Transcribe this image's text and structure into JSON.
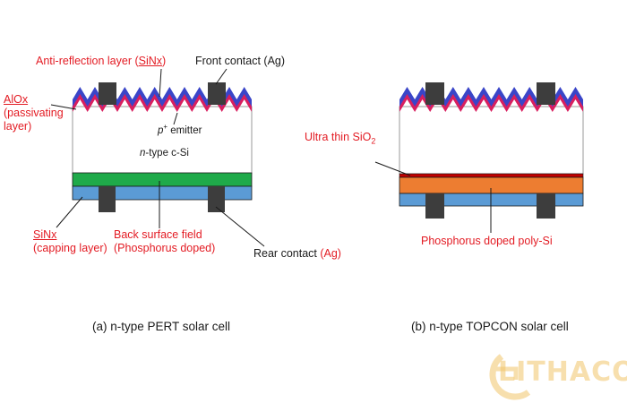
{
  "pert": {
    "anti_reflection_prefix": "Anti-reflection layer (",
    "anti_reflection_sinx": "SiNx",
    "anti_reflection_suffix": ")",
    "front_contact": "Front contact (Ag)",
    "alox_line1": "AlOx",
    "alox_line2": "(passivating",
    "alox_line3": "layer)",
    "emitter_sup": "+",
    "emitter_p": "p",
    "emitter_rest": " emitter",
    "substrate_n": "n",
    "substrate_rest": "-type  c-Si",
    "sinx_line1": "SiNx",
    "sinx_line2": "(capping layer)",
    "bsf_line1": "Back surface field",
    "bsf_line2": "(Phosphorus doped)",
    "rear_contact_prefix": "Rear contact ",
    "rear_contact_ag": "(Ag)",
    "caption": "(a) n-type PERT solar cell"
  },
  "topcon": {
    "ultra_thin_prefix": "Ultra thin SiO",
    "ultra_thin_sub": "2",
    "poly_si": "Phosphorus doped poly-Si",
    "caption": "(b) n-type TOPCON solar cell"
  },
  "logo": {
    "text": "LITHACO"
  },
  "colors": {
    "red_label": "#e31b23",
    "blue_layer": "#3a45c8",
    "pink_layer": "#d81f5f",
    "green_bsf": "#1faa4a",
    "light_blue": "#5b9bd5",
    "orange_poly": "#ed7d31",
    "contact_gray": "#3d3d3d"
  }
}
